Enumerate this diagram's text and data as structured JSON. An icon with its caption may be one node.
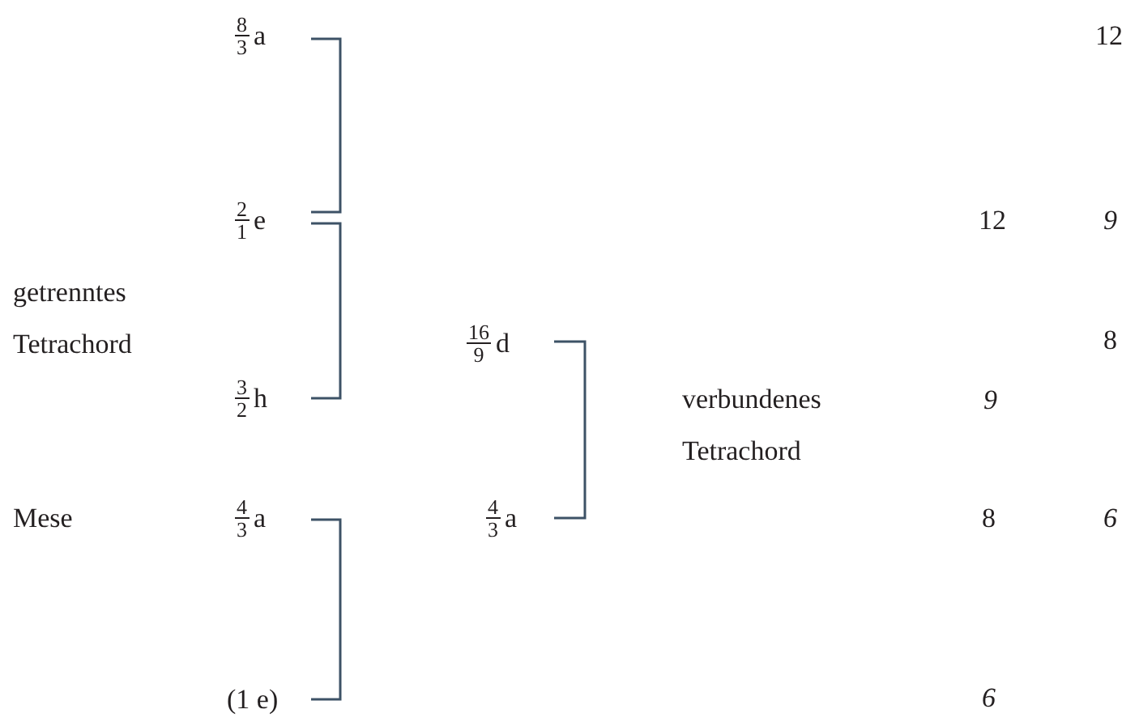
{
  "diagram": {
    "labels": [
      "8",
      "3",
      "a",
      "12",
      "2",
      "1",
      "e",
      "12",
      "9",
      "getrenntes Tetrachord",
      "16",
      "9",
      "d",
      "8",
      "3",
      "2",
      "h",
      "verbundenes Tetrachord",
      "9",
      "Mese",
      "4",
      "3",
      "a",
      "4",
      "3",
      "a",
      "8",
      "6",
      "(1 e)",
      "6"
    ]
  }
}
